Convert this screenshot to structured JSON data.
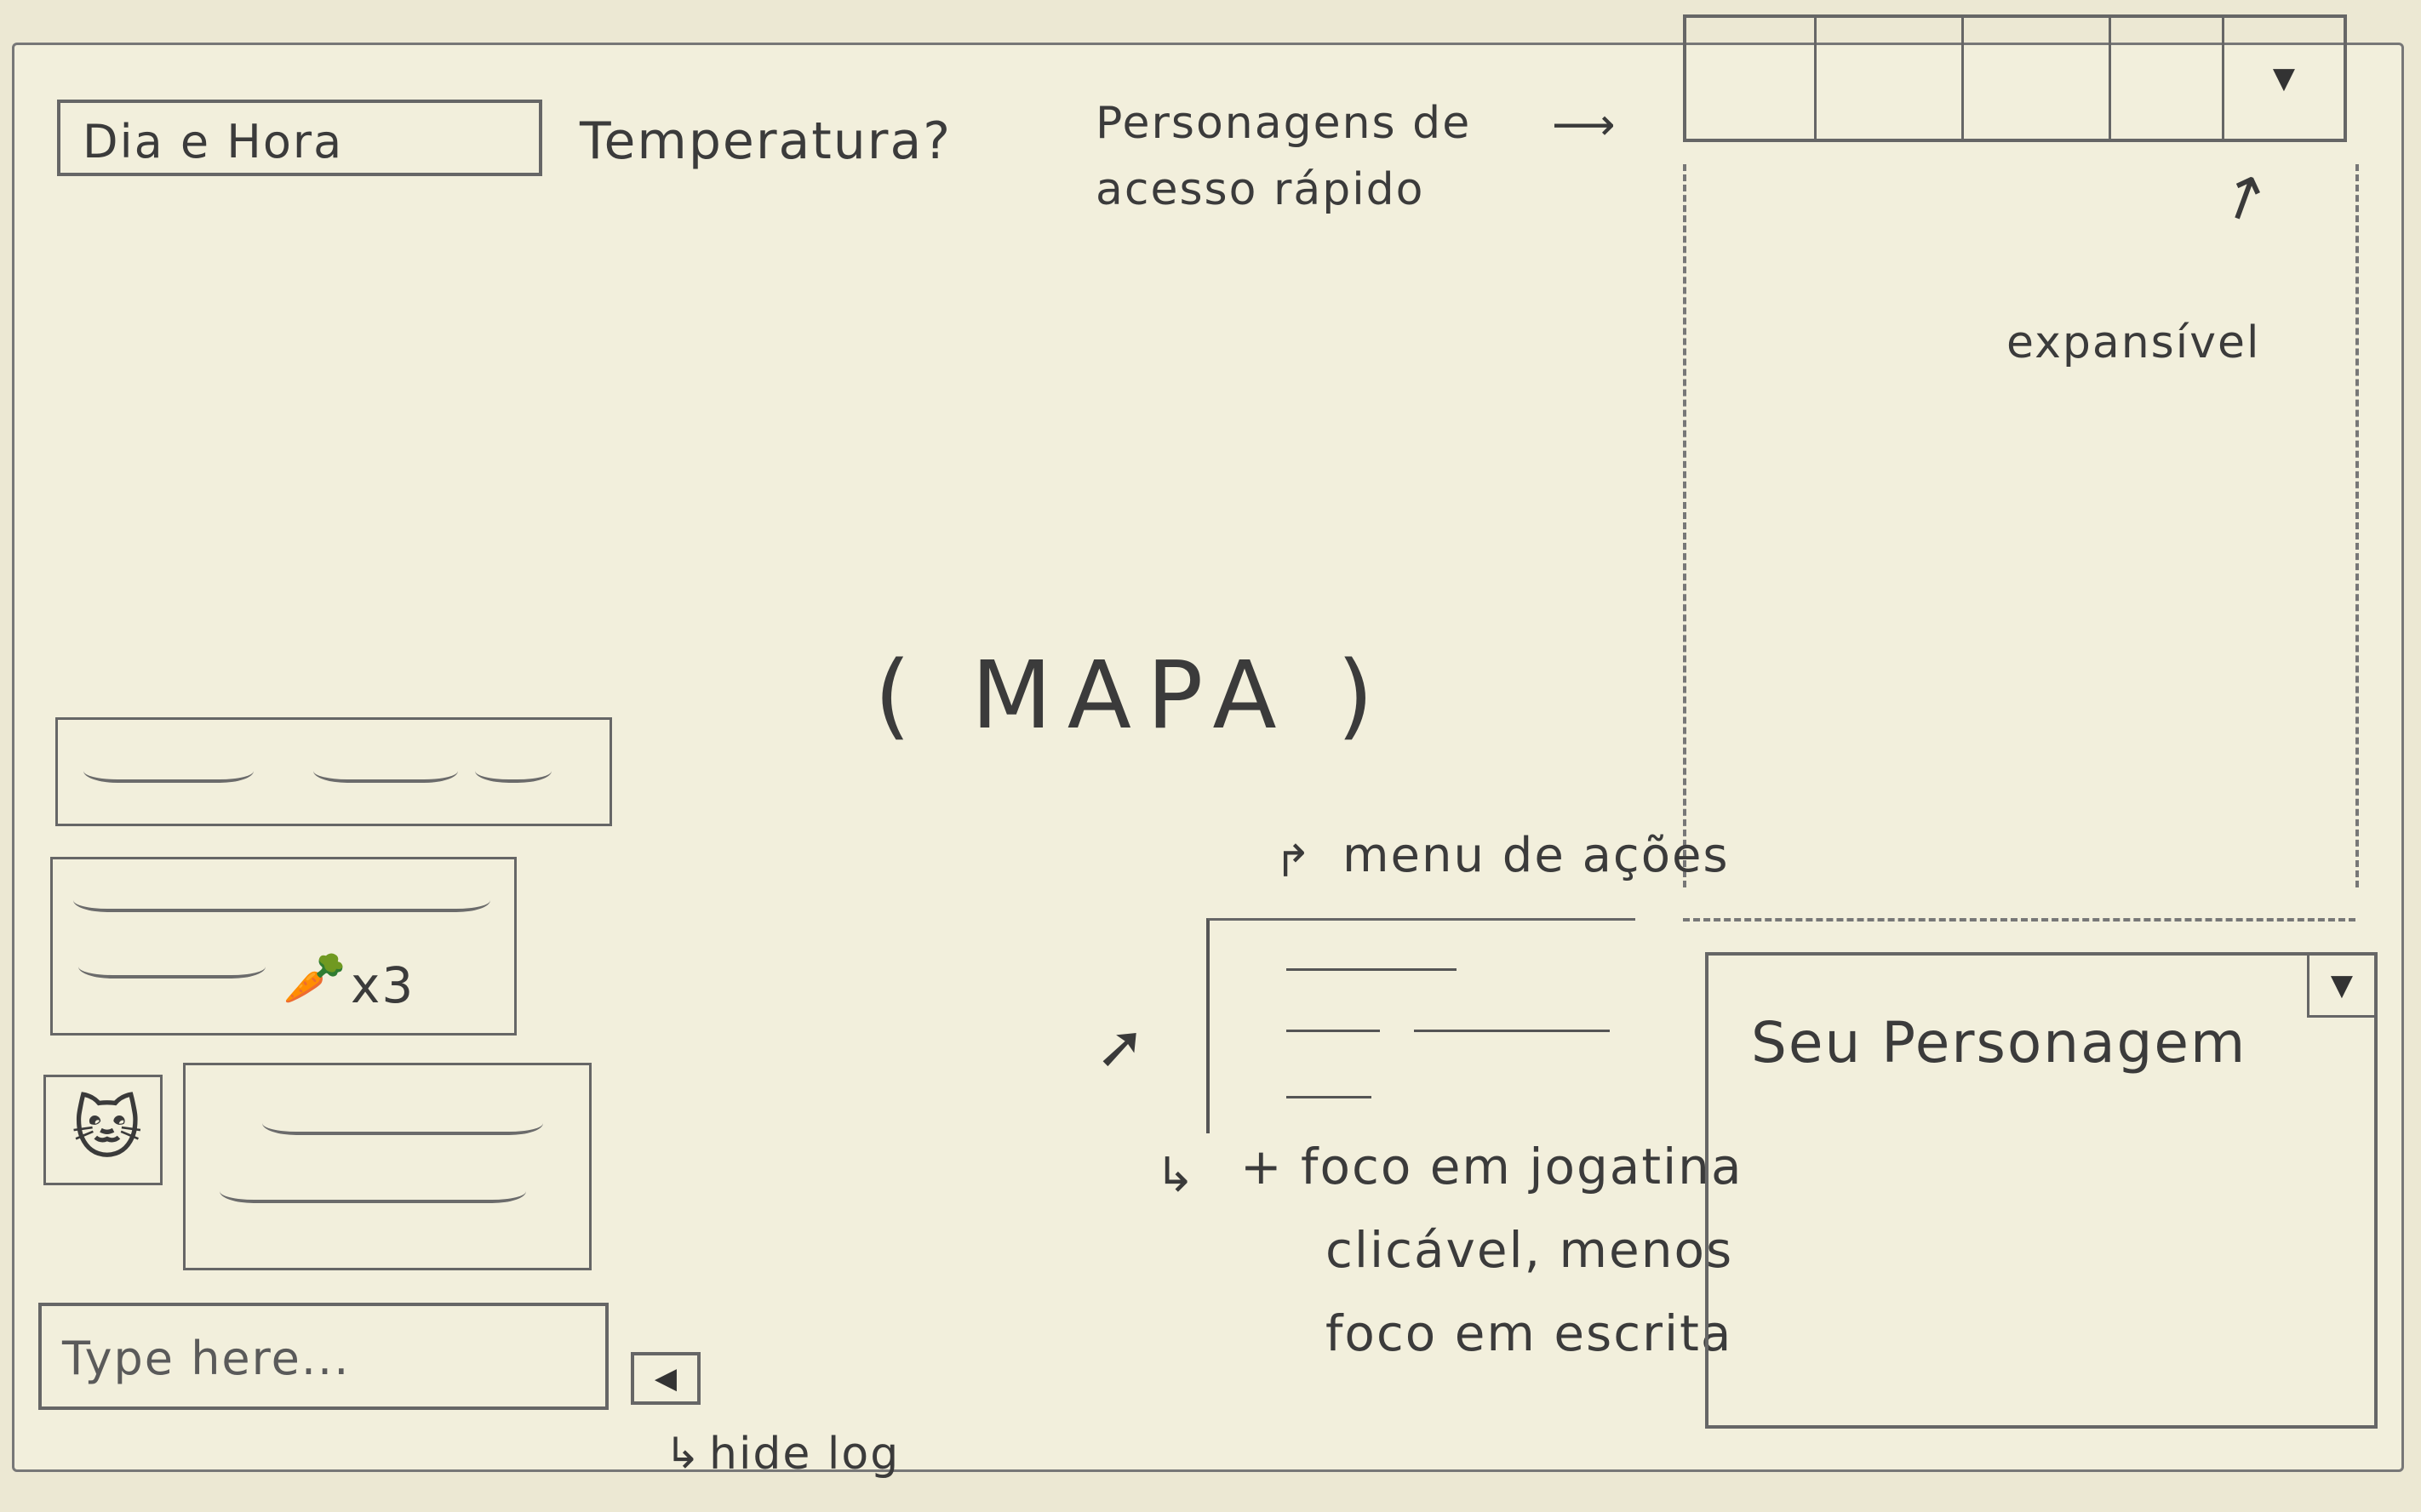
{
  "top_bar": {
    "datetime_label": "Dia e Hora",
    "temperature_label": "Temperatura?",
    "quick_access_note_line1": "Personagens de",
    "quick_access_note_line2": "acesso rápido",
    "quick_access_slots": [
      "",
      "",
      "",
      ""
    ],
    "expandable_note": "expansível"
  },
  "map": {
    "label": "( MAPA )"
  },
  "log": {
    "messages": [
      {
        "text": "~~~  ~~~ ~"
      },
      {
        "text": "~~~~~~~~~~",
        "item_count": "x3"
      },
      {
        "text": "~~~~~~~"
      }
    ],
    "input_placeholder": "Type here...",
    "hide_note": "hide log"
  },
  "action_menu": {
    "note": "menu de ações",
    "items": [
      "",
      "",
      "",
      ""
    ],
    "annotation_line1": "+ foco em jogatina",
    "annotation_line2": "clicável, menos",
    "annotation_line3": "foco em escrita"
  },
  "character_panel": {
    "title": "Seu Personagem"
  },
  "colors": {
    "paper": "#f2efdc",
    "pencil": "#3b3b3b"
  }
}
